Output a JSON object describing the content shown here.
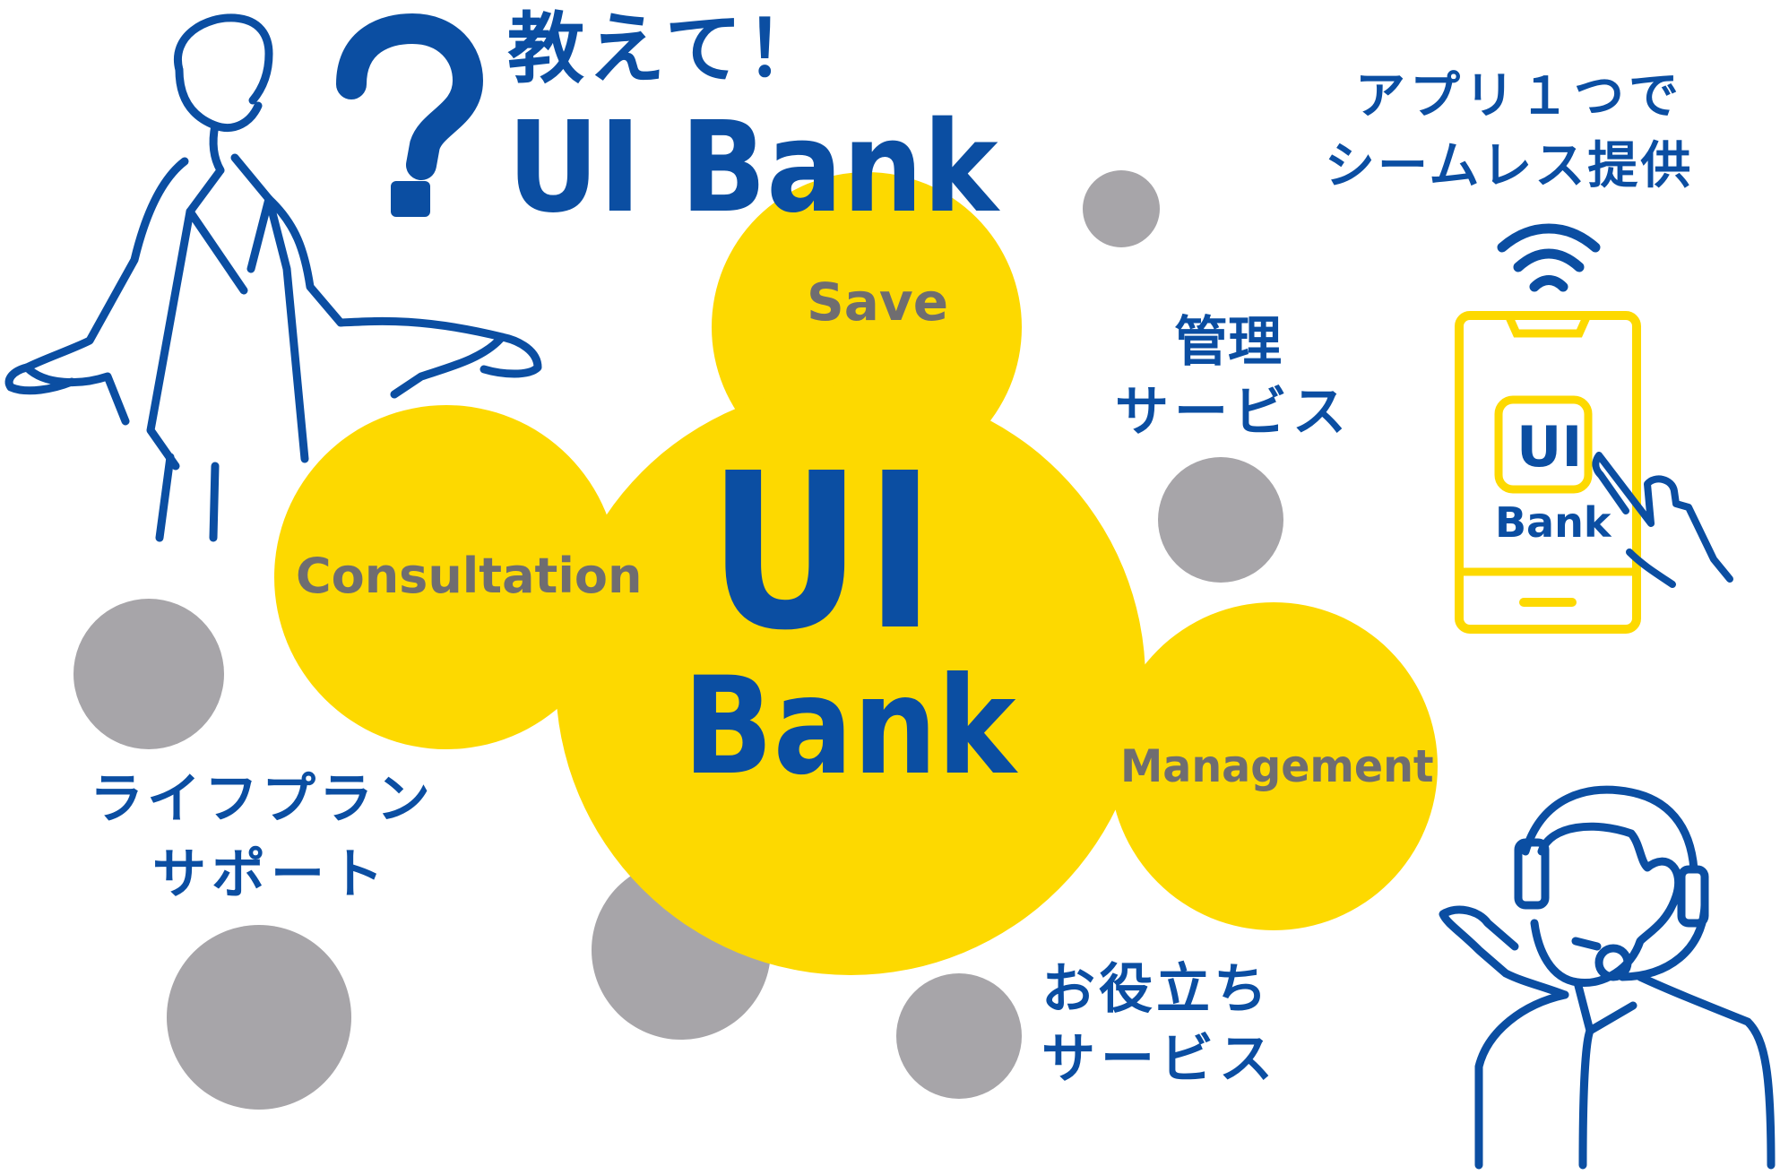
{
  "header": {
    "question_mark": "?",
    "title_line1": "教えて！",
    "title_line2": "UI Bank"
  },
  "center": {
    "line1": "UI",
    "line2": "Bank"
  },
  "satellites": {
    "save": "Save",
    "consultation": "Consultation",
    "management": "Management"
  },
  "services": {
    "kanri_line1": "管理",
    "kanri_line2": "サービス",
    "lifeplan_line1": "ライフプラン",
    "lifeplan_line2": "サポート",
    "oyakudachi_line1": "お役立ち",
    "oyakudachi_line2": "サービス"
  },
  "app": {
    "caption_line1": "アプリ１つで",
    "caption_line2": "シームレス提供",
    "logo_line1": "UI",
    "logo_line2": "Bank"
  },
  "colors": {
    "blue": "#0B4EA2",
    "yellow": "#FDD900",
    "gray": "#A7A5A9",
    "text_gray": "#6F6D70"
  },
  "icons": [
    "confused-man-illustration",
    "question-mark-icon",
    "smartphone-icon",
    "wifi-icon",
    "pointing-hand-icon",
    "headset-operator-illustration"
  ]
}
